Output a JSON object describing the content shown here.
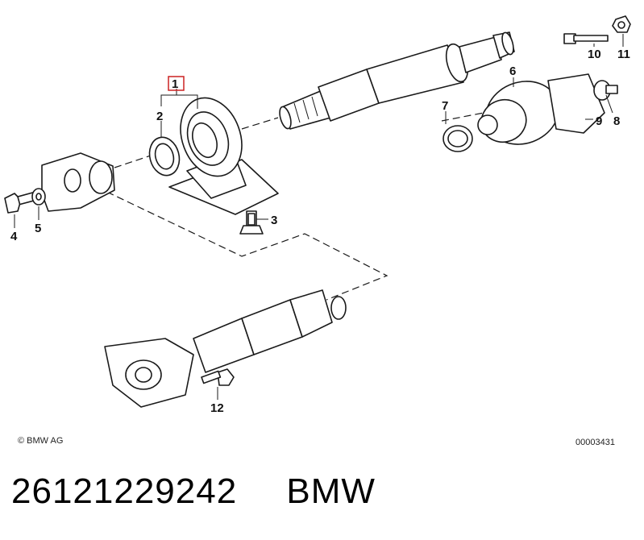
{
  "diagram": {
    "callouts": [
      {
        "id": "1",
        "label": "1",
        "highlighted": true
      },
      {
        "id": "2",
        "label": "2"
      },
      {
        "id": "3",
        "label": "3"
      },
      {
        "id": "4",
        "label": "4"
      },
      {
        "id": "5",
        "label": "5"
      },
      {
        "id": "6",
        "label": "6"
      },
      {
        "id": "7",
        "label": "7"
      },
      {
        "id": "8",
        "label": "8"
      },
      {
        "id": "9",
        "label": "9"
      },
      {
        "id": "10",
        "label": "10"
      },
      {
        "id": "11",
        "label": "11"
      },
      {
        "id": "12",
        "label": "12"
      }
    ],
    "highlight_color": "#cc2222"
  },
  "footer": {
    "copyright": "© BMW AG",
    "reference": "00003431"
  },
  "caption": {
    "part_number": "26121229242",
    "brand": "BMW"
  }
}
